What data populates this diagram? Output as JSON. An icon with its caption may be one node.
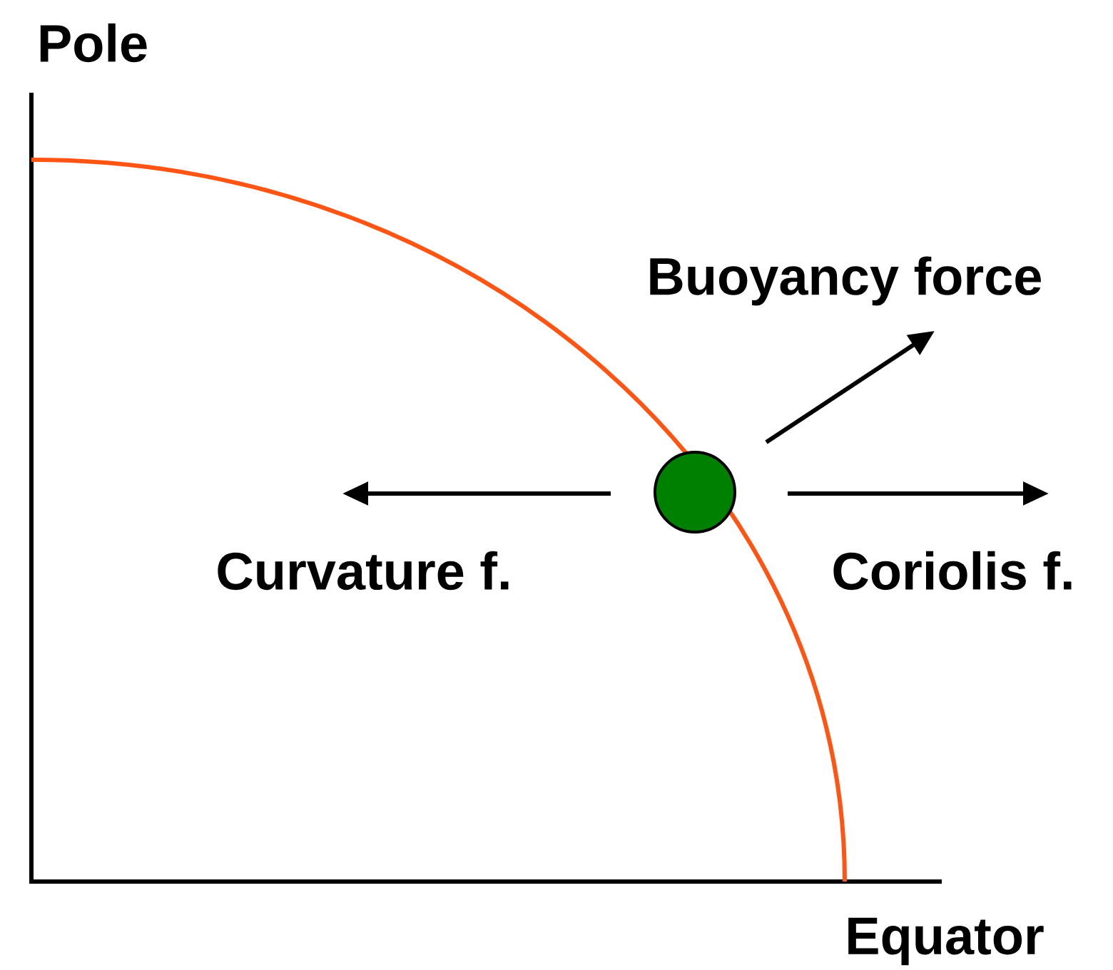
{
  "diagram": {
    "nodes": [
      {
        "text": [],
        "shape": "circle"
      }
    ],
    "labels": [
      "Pole",
      "Buoyancy force",
      "Curvature f.",
      "Coriolis f.",
      "Equator"
    ]
  }
}
